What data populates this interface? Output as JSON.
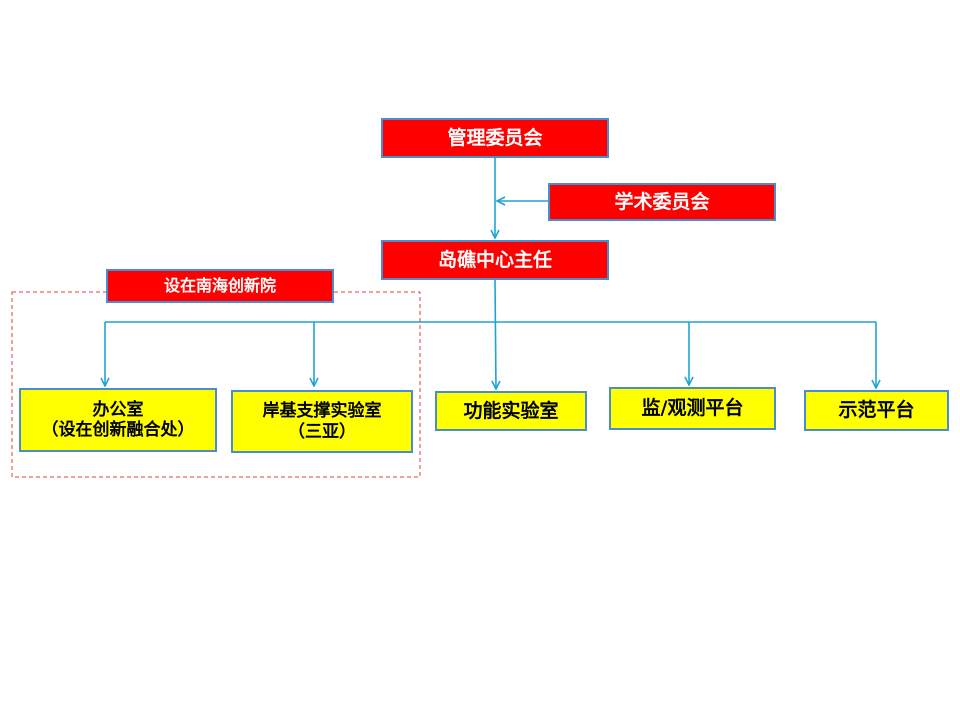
{
  "diagram": {
    "management_committee": "管理委员会",
    "academic_committee": "学术委员会",
    "center_director": "岛礁中心主任",
    "nanhai_label": "设在南海创新院",
    "office": {
      "line1": "办公室",
      "line2": "（设在创新融合处）"
    },
    "shore_lab": {
      "line1": "岸基支撑实验室",
      "line2": "（三亚）"
    },
    "functional_lab": "功能实验室",
    "monitoring_platform": "监/观测平台",
    "demo_platform": "示范平台"
  },
  "colors": {
    "red_box": "#ff0000",
    "yellow_box": "#ffff00",
    "connector": "#1fa3d6",
    "dashed_group": "#e0404a",
    "box_border": "#4a8ccc"
  }
}
